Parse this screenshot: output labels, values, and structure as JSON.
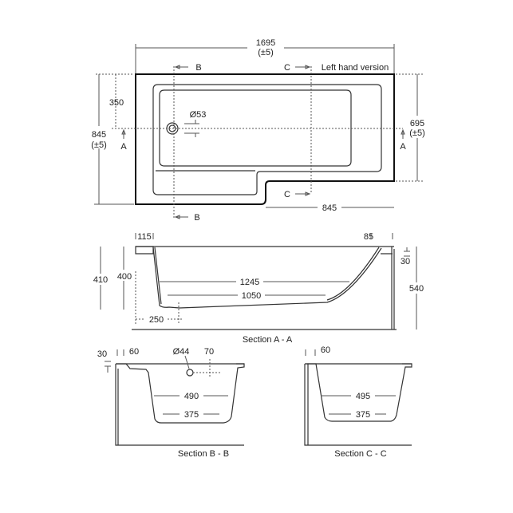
{
  "plan": {
    "overall_length": "1695",
    "overall_length_tol": "(±5)",
    "section_b": "B",
    "section_c": "C",
    "version_label": "Left hand version",
    "drain_offset": "350",
    "waste_diameter": "Ø53",
    "overall_width": "845",
    "overall_width_tol": "(±5)",
    "section_a": "A",
    "narrow_width": "695",
    "narrow_width_tol": "(±5)",
    "narrow_length": "845"
  },
  "section_a": {
    "rim_left": "115",
    "rim_right": "85",
    "rim_thickness": "30",
    "height_410": "410",
    "depth": "400",
    "top_length": "1245",
    "bottom_length": "1050",
    "waste_offset": "250",
    "overall_height": "540",
    "caption": "Section A - A"
  },
  "section_b": {
    "rim_thickness": "30",
    "rim_width": "60",
    "waste_diameter": "Ø44",
    "waste_offset": "70",
    "top_width": "490",
    "bottom_width": "375",
    "caption": "Section B - B"
  },
  "section_c": {
    "rim_width": "60",
    "top_width": "495",
    "bottom_width": "375",
    "caption": "Section C - C"
  }
}
